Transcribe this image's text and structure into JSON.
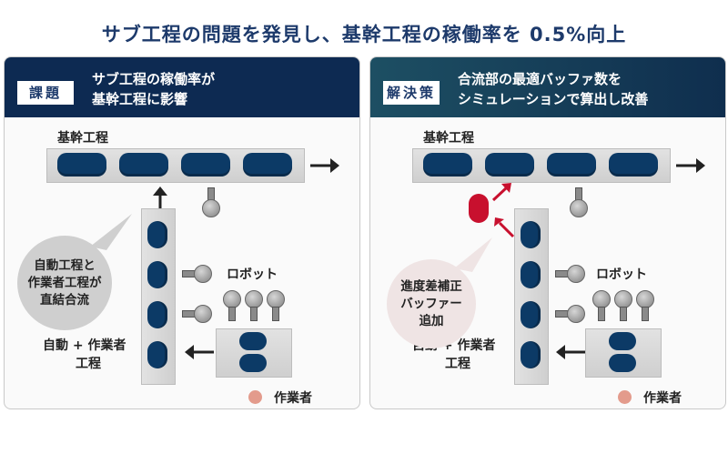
{
  "header": {
    "title": "サブ工程の問題を発見し、基幹工程の稼働率を 0.5%向上"
  },
  "problem_panel": {
    "tag": "課題",
    "heading_line1": "サブ工程の稼働率が",
    "heading_line2": "基幹工程に影響",
    "main_line_label": "基幹工程",
    "robot_label": "ロボット",
    "sub_line_label_line1": "自動 + 作業者",
    "sub_line_label_line2": "工程",
    "worker_label": "作業者",
    "bubble_line1": "自動工程と",
    "bubble_line2": "作業者工程が",
    "bubble_line3": "直結合流"
  },
  "solution_panel": {
    "tag": "解決策",
    "heading_line1": "合流部の最適バッファ数を",
    "heading_line2": "シミュレーションで算出し改善",
    "main_line_label": "基幹工程",
    "robot_label": "ロボット",
    "sub_line_label_line1": "自動 + 作業者",
    "sub_line_label_line2": "工程",
    "worker_label": "作業者",
    "bubble_line1": "進度差補正",
    "bubble_line2": "バッファー",
    "bubble_line3": "追加"
  },
  "colors": {
    "title": "#1d3a6b",
    "panel_header_left": "#0d2a52",
    "panel_header_right": "#1d4f63",
    "workpiece": "#0c3a66",
    "buffer": "#c8102e",
    "worker_marker": "#e39b8c",
    "arrow": "#222222"
  },
  "icons": {
    "flow_arrow": "arrow-right-icon",
    "robot": "robot-arm-icon",
    "worker": "worker-marker-icon",
    "buffer_arrow": "red-arrow-icon"
  }
}
